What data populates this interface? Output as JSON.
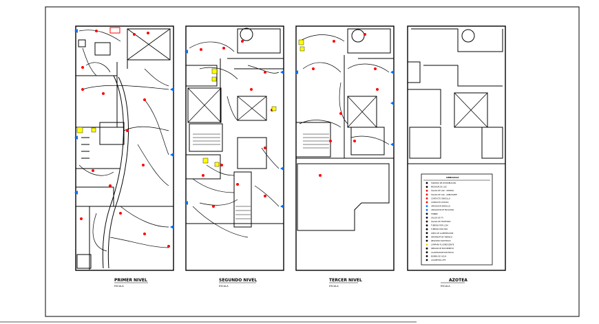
{
  "sheet": {
    "panels": [
      {
        "title": "PRIMER NIVEL",
        "subtitle": "ESCALA"
      },
      {
        "title": "SEGUNDO NIVEL",
        "subtitle": "ESCALA"
      },
      {
        "title": "TERCER NIVEL",
        "subtitle": "ESCALA"
      },
      {
        "title": "AZOTEA",
        "subtitle": "ESCALA"
      }
    ],
    "legend": {
      "title": "SIMBOLOGIA",
      "items": [
        "TABLERO DE DISTRIBUCION",
        "MEDIDOR DE LUZ",
        "SALIDA DE LUZ - CENTRO",
        "SALIDA DE LUZ - ARBOTANTE",
        "CONTACTO SENCILLO",
        "CONTACTO DUPLEX",
        "APAGADOR SENCILLO",
        "APAGADOR DE ESCALERA",
        "TIMBRE",
        "SALIDA DE TV",
        "SALIDA DE TELEFONO",
        "TUBERIA POR LOSA",
        "TUBERIA POR PISO",
        "LINEA DE ALIMENTACION",
        "INTERRUPTOR TERMICO",
        "REGISTRO ELECTRICO",
        "LAMPARA FLUORESCENTE",
        "SENSOR DE MOVIMIENTO",
        "CALENTADOR ELECTRICO",
        "BOMBA DE AGUA",
        "ACOMETIDA CFE"
      ]
    },
    "colors": {
      "wire": "#000000",
      "outlet": "#ff0000",
      "switch": "#0070ff",
      "fixture": "#ffff00",
      "wall": "#000000"
    }
  }
}
